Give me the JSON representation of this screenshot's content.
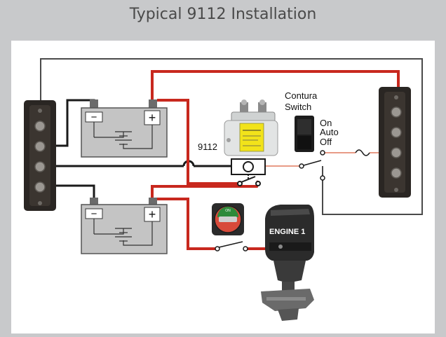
{
  "page": {
    "title": "Typical 9112 Installation"
  },
  "diagram": {
    "solenoid_label": "9112",
    "switch_label_line1": "Contura",
    "switch_label_line2": "Switch",
    "switch_on": "On",
    "switch_auto": "Auto",
    "switch_off": "Off",
    "engine_label": "ENGINE 1",
    "battery_switch_label": "ON",
    "battery_negative_symbol": "−",
    "battery_positive_symbol": "+",
    "colors": {
      "positive_wire": "#c8281e",
      "negative_wire": "#1a1a1a",
      "signal_wire": "#4a4a4a",
      "fine_wire": "#e07a5f",
      "battery_fill": "#c4c4c4",
      "busbar": "#2a2623",
      "solenoid_body": "#e2e4e4",
      "solenoid_label_fill": "#f2e31a",
      "engine_body": "#2b2b2b"
    },
    "icons": [
      "battery-icon",
      "busbar-icon",
      "solenoid-icon",
      "rocker-switch-icon",
      "battery-switch-icon",
      "outboard-engine-icon",
      "fuse-icon"
    ]
  }
}
